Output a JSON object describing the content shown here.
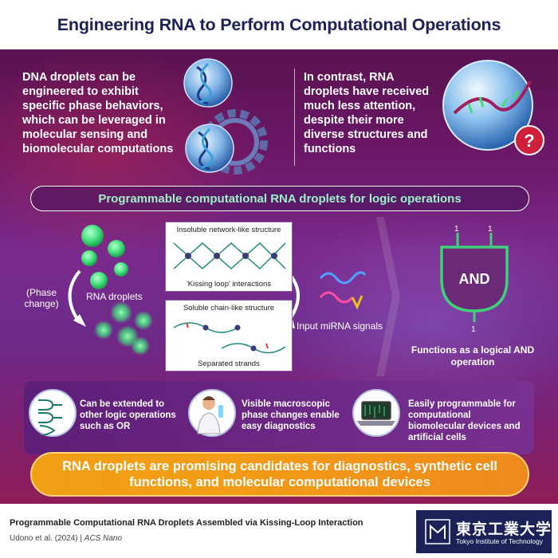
{
  "header": {
    "title": "Engineering RNA to Perform Computational Operations"
  },
  "top": {
    "left_text": "DNA droplets can be engineered to exhibit specific phase behaviors, which can be leveraged in molecular sensing and biomolecular computations",
    "right_text": "In contrast, RNA droplets have received much less attention, despite their more diverse structures and functions",
    "question_mark": "?"
  },
  "middle": {
    "section_title": "Programmable computational RNA droplets for logic operations",
    "phase_change_label": "(Phase change)",
    "rna_droplets_label": "RNA droplets",
    "insoluble_title": "Insoluble network-like structure",
    "kissing_loop_label": "'Kissing loop' interactions",
    "soluble_title": "Soluble chain-like structure",
    "separated_label": "Separated strands",
    "input_label": "Input miRNA signals",
    "gate": {
      "label": "AND",
      "input_a": "1",
      "input_b": "1",
      "output": "1"
    },
    "gate_caption": "Functions as a logical AND operation"
  },
  "features": [
    {
      "text": "Can be extended to other logic operations such as OR",
      "icon": "logic-gates-icon"
    },
    {
      "text": "Visible macroscopic phase changes enable easy diagnostics",
      "icon": "scientist-icon"
    },
    {
      "text": "Easily programmable for computational biomolecular devices and artificial cells",
      "icon": "laptop-icon"
    }
  ],
  "conclusion": "RNA droplets are promising candidates for diagnostics, synthetic cell functions, and molecular computational devices",
  "footer": {
    "citation_title": "Programmable Computational RNA Droplets Assembled via Kissing-Loop Interaction",
    "authors": "Udono et al. (2024)",
    "separator": " | ",
    "journal": "ACS Nano",
    "logo_jp": "東京工業大学",
    "logo_en": "Tokyo Institute of Technology"
  },
  "colors": {
    "title_navy": "#1c2158",
    "panel_purple": "#6a1766",
    "mint_text": "#9ff0c8",
    "droplet_green": "#3fe07a",
    "conclusion_orange": "#f39c16",
    "gate_green": "#3fd07a"
  }
}
